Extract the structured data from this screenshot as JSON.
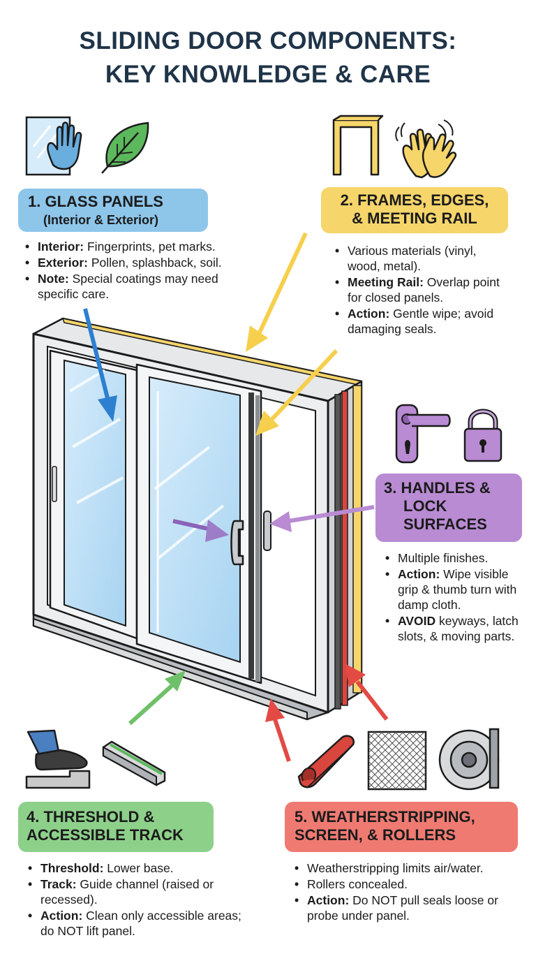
{
  "title": {
    "line1": "SLIDING DOOR COMPONENTS:",
    "line2": "KEY KNOWLEDGE & CARE"
  },
  "colors": {
    "blue": "#8ec6ea",
    "yellow": "#f6d56b",
    "purple": "#b98bd3",
    "green": "#8dd08a",
    "red": "#ef7a72",
    "navy": "#1f3448"
  },
  "sections": {
    "glass": {
      "heading": "1. GLASS PANELS",
      "subheading": "(Interior & Exterior)",
      "bullets": [
        {
          "key": "Interior:",
          "text": " Fingerprints, pet marks."
        },
        {
          "key": "Exterior:",
          "text": " Pollen, splashback, soil."
        },
        {
          "key": "Note:",
          "text": " Special coatings may need specific care."
        }
      ],
      "icons": [
        "glass-pane-icon",
        "hand-icon",
        "leaf-icon"
      ]
    },
    "frames": {
      "heading1": "2. FRAMES, EDGES,",
      "heading2": "& MEETING RAIL",
      "bullets": [
        {
          "key": "",
          "text": "Various materials (vinyl, wood, metal)."
        },
        {
          "key": "Meeting Rail:",
          "text": " Overlap point for closed panels."
        },
        {
          "key": "Action:",
          "text": " Gentle wipe; avoid damaging seals."
        }
      ],
      "icons": [
        "door-frame-icon",
        "wiping-hands-icon"
      ]
    },
    "handles": {
      "heading1": "3. HANDLES &",
      "heading2": "LOCK",
      "heading3": "SURFACES",
      "bullets": [
        {
          "key": "",
          "text": "Multiple finishes."
        },
        {
          "key": "Action:",
          "text": " Wipe visible grip & thumb turn with damp cloth."
        },
        {
          "key": "AVOID",
          "text": " keyways, latch slots, & moving parts."
        }
      ],
      "icons": [
        "door-handle-icon",
        "padlock-icon"
      ]
    },
    "threshold": {
      "heading1": "4. THRESHOLD &",
      "heading2": "ACCESSIBLE TRACK",
      "bullets": [
        {
          "key": "Threshold:",
          "text": " Lower base."
        },
        {
          "key": "Track:",
          "text": " Guide channel (raised or recessed)."
        },
        {
          "key": "Action:",
          "text": " Clean only accessible areas; do NOT lift panel."
        }
      ],
      "icons": [
        "foot-step-icon",
        "track-channel-icon"
      ]
    },
    "weather": {
      "heading1": "5. WEATHERSTRIPPING,",
      "heading2": "SCREEN, & ROLLERS",
      "bullets": [
        {
          "key": "",
          "text": "Weatherstripping limits air/water."
        },
        {
          "key": "",
          "text": "Rollers concealed."
        },
        {
          "key": "Action:",
          "text": " Do NOT pull seals loose or probe under panel."
        }
      ],
      "icons": [
        "weatherstrip-icon",
        "screen-mesh-icon",
        "roller-icon"
      ]
    }
  }
}
